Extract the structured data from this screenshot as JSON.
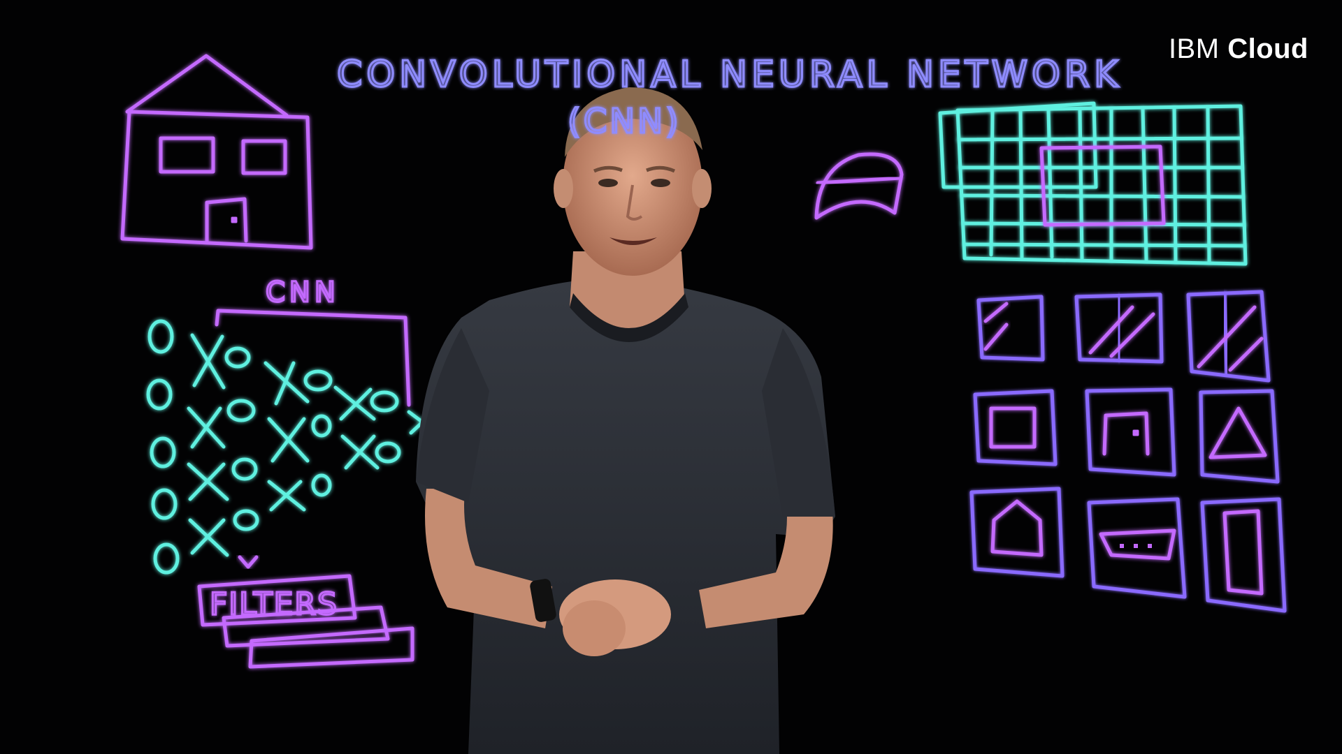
{
  "board": {
    "title": "CONVOLUTIONAL NEURAL NETWORK",
    "subtitle": "(CNN)",
    "cnn_label": "CNN",
    "filters_label": "FILTERS"
  },
  "branding": {
    "logo_left": "IBM",
    "logo_right": "Cloud"
  },
  "colors": {
    "background": "#020203",
    "marker_purple": "#c46bff",
    "marker_cyan": "#5ef0e0",
    "marker_blue": "#8a6bff",
    "shirt": "#2c2f36",
    "skin": "#d59a7e"
  },
  "icons": [
    "house-drawing",
    "window-drawing",
    "grid-drawing",
    "filter-stack-drawing",
    "presenter"
  ]
}
